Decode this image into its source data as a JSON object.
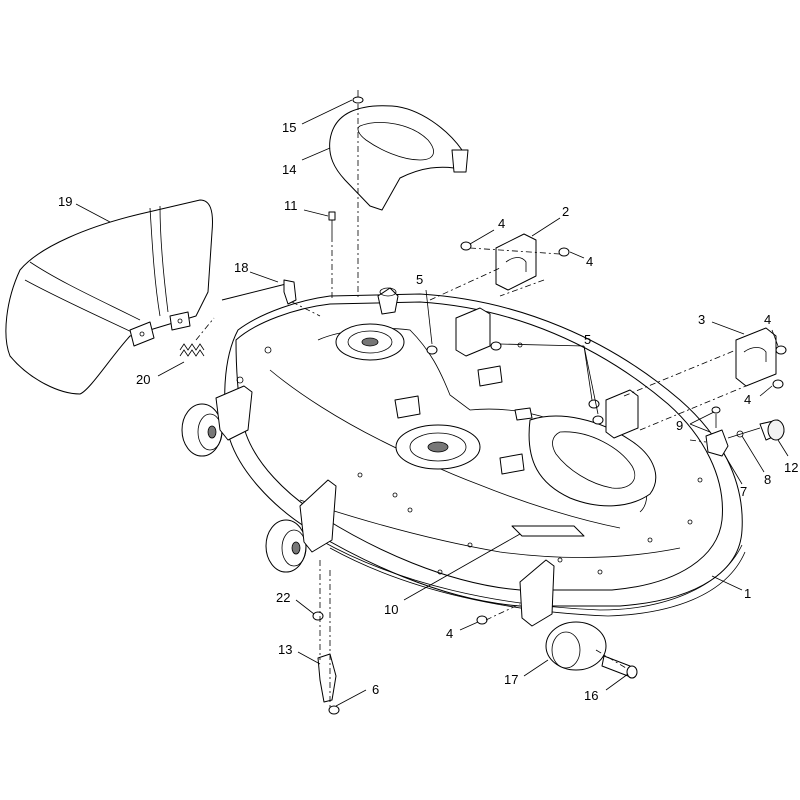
{
  "callouts": [
    {
      "id": "c1",
      "label": "1"
    },
    {
      "id": "c2",
      "label": "2"
    },
    {
      "id": "c3",
      "label": "3"
    },
    {
      "id": "c4a",
      "label": "4"
    },
    {
      "id": "c4b",
      "label": "4"
    },
    {
      "id": "c4c",
      "label": "4"
    },
    {
      "id": "c4d",
      "label": "4"
    },
    {
      "id": "c4e",
      "label": "4"
    },
    {
      "id": "c5a",
      "label": "5"
    },
    {
      "id": "c5b",
      "label": "5"
    },
    {
      "id": "c6",
      "label": "6"
    },
    {
      "id": "c7",
      "label": "7"
    },
    {
      "id": "c8",
      "label": "8"
    },
    {
      "id": "c9",
      "label": "9"
    },
    {
      "id": "c10",
      "label": "10"
    },
    {
      "id": "c11",
      "label": "11"
    },
    {
      "id": "c12",
      "label": "12"
    },
    {
      "id": "c13",
      "label": "13"
    },
    {
      "id": "c14",
      "label": "14"
    },
    {
      "id": "c15",
      "label": "15"
    },
    {
      "id": "c16",
      "label": "16"
    },
    {
      "id": "c17",
      "label": "17"
    },
    {
      "id": "c18",
      "label": "18"
    },
    {
      "id": "c19",
      "label": "19"
    },
    {
      "id": "c20",
      "label": "20"
    },
    {
      "id": "c22",
      "label": "22"
    }
  ]
}
